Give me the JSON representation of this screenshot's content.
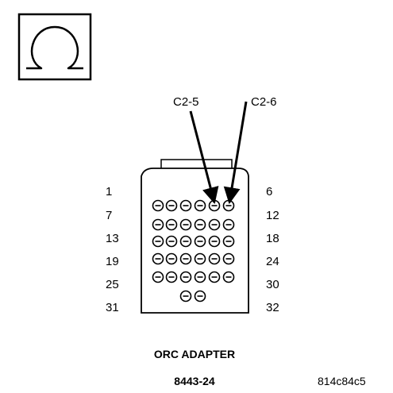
{
  "meter_symbol": {
    "icon": "ohm-icon",
    "glyph": "Ω"
  },
  "callouts": [
    "C2-5",
    "C2-6"
  ],
  "row_labels_left": [
    "1",
    "7",
    "13",
    "19",
    "25",
    "31"
  ],
  "row_labels_right": [
    "6",
    "12",
    "18",
    "24",
    "30",
    "32"
  ],
  "adapter_title": "ORC ADAPTER",
  "tool_number": "8443-24",
  "figure_id": "814c84c5"
}
